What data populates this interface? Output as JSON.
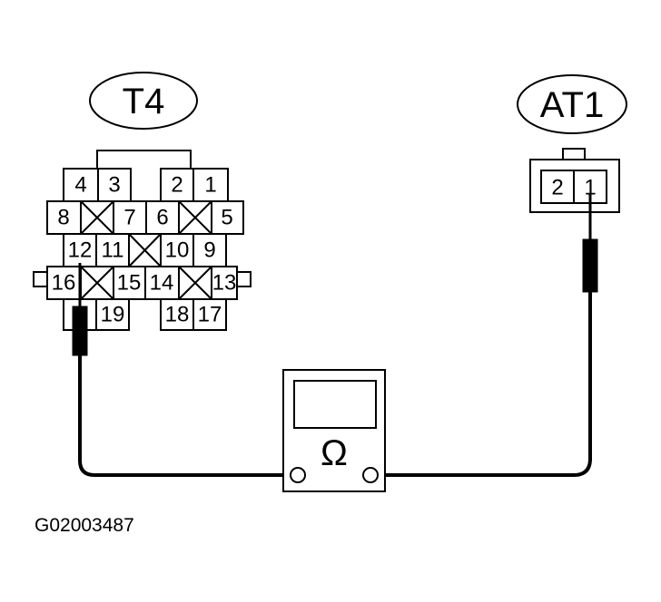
{
  "connectors": {
    "t4": {
      "label": "T4",
      "pins": [
        "1",
        "2",
        "3",
        "4",
        "5",
        "6",
        "7",
        "8",
        "9",
        "10",
        "11",
        "12",
        "13",
        "14",
        "15",
        "16",
        "17",
        "18",
        "19"
      ]
    },
    "at1": {
      "label": "AT1",
      "pins": [
        "1",
        "2"
      ]
    }
  },
  "meter": {
    "symbol": "Ω",
    "icon": "ohmmeter-icon"
  },
  "figure_code": "G02003487"
}
